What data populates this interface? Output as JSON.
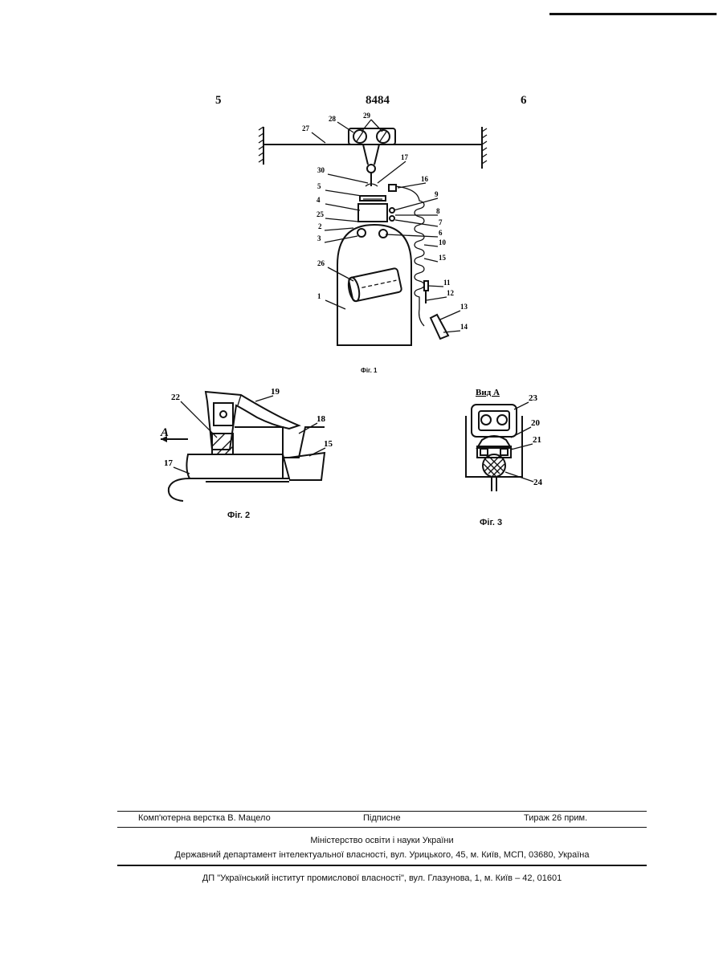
{
  "header": {
    "page_left": "5",
    "patent_number": "8484",
    "page_right": "6"
  },
  "figures": {
    "fig1": {
      "caption": "Фіг. 1",
      "labels": [
        "28",
        "29",
        "27",
        "17",
        "30",
        "16",
        "5",
        "9",
        "4",
        "8",
        "25",
        "7",
        "2",
        "6",
        "3",
        "10",
        "15",
        "26",
        "11",
        "12",
        "1",
        "13",
        "14"
      ]
    },
    "fig2": {
      "caption": "Фіг. 2",
      "view_marker": "A",
      "labels": [
        "22",
        "19",
        "18",
        "15",
        "17"
      ]
    },
    "fig3": {
      "caption": "Фіг. 3",
      "view_title": "Вид А",
      "labels": [
        "23",
        "20",
        "21",
        "24"
      ]
    }
  },
  "footer": {
    "layout_credit": "Комп'ютерна верстка В. Мацело",
    "signed": "Підписне",
    "circulation": "Тираж 26 прим.",
    "ministry": "Міністерство освіти і науки України",
    "department": "Державний департамент інтелектуальної власності, вул. Урицького, 45, м. Київ, МСП, 03680, Україна",
    "printer": "ДП \"Український інститут промислової власності\", вул. Глазунова, 1, м. Київ – 42, 01601"
  }
}
